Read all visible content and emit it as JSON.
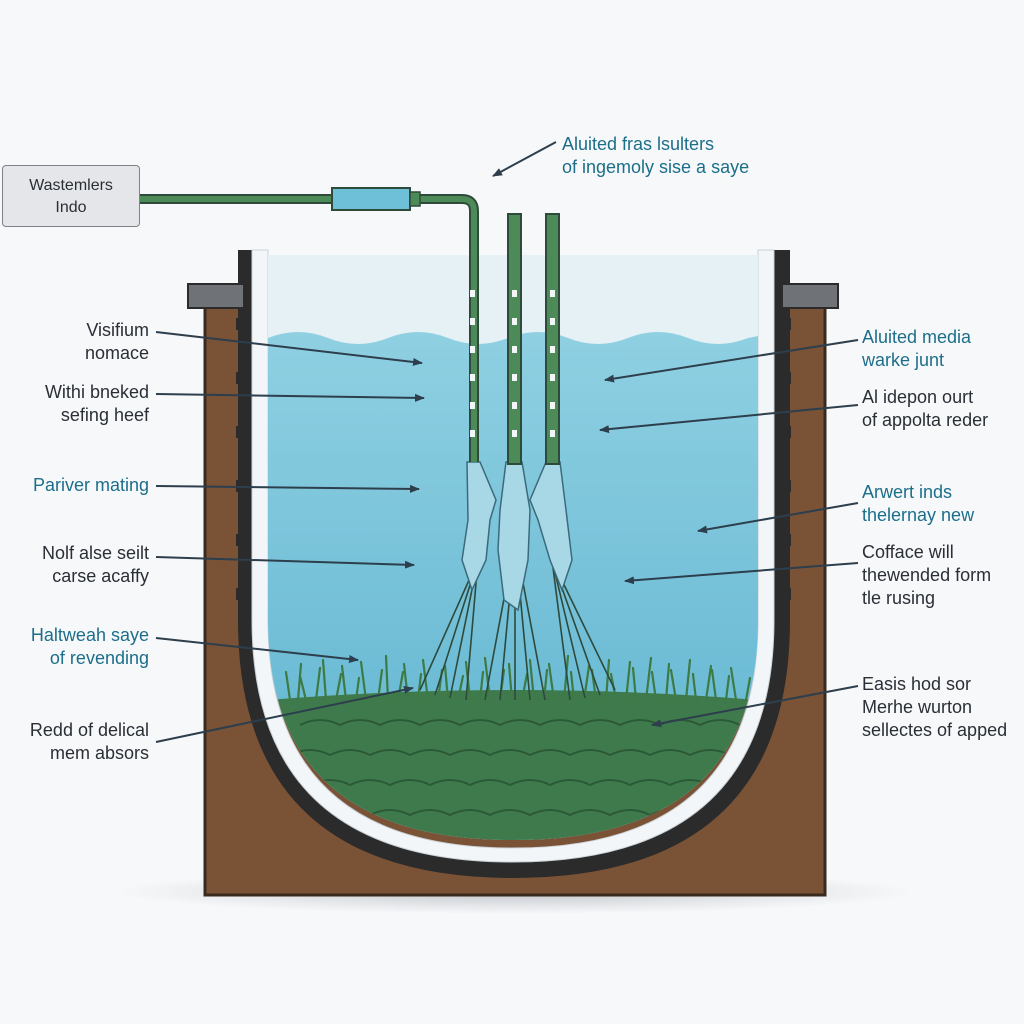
{
  "inlet_box": {
    "line1": "Wastemlers",
    "line2": "Indo"
  },
  "top_label": {
    "line1": "Aluited fras lsulters",
    "line2": "of ingemoly sise a saye"
  },
  "left_labels": [
    {
      "line1": "Visifium",
      "line2": "nomace"
    },
    {
      "line1": "Withi bneked",
      "line2": "sefing heef"
    },
    {
      "line1": "Pariver mating"
    },
    {
      "line1": "Nolf alse seilt",
      "line2": "carse acaffy"
    },
    {
      "line1": "Haltweah saye",
      "line2": "of revending"
    },
    {
      "line1": "Redd of delical",
      "line2": "mem absors"
    }
  ],
  "right_labels": [
    {
      "line1": "Aluited media",
      "line2": "warke junt"
    },
    {
      "line1": "Al idepon ourt",
      "line2": "of appolta reder"
    },
    {
      "line1": "Arwert inds",
      "line2": "thelernay new"
    },
    {
      "line1": "Cofface will",
      "line2": "thewended form",
      "line3": "tle rusing"
    },
    {
      "line1": "Easis hod sor",
      "line2": "Merhe wurton",
      "line3": "sellectes of apped"
    }
  ],
  "colors": {
    "water": "#6ec0d8",
    "water_top": "#e6f1f5",
    "soil": "#7a5236",
    "pipe": "#4c8a58",
    "media": "#3f7a4d",
    "vegetation": "#3d7a44",
    "label_teal": "#1c6e8a",
    "label_dark": "#2a2f36"
  }
}
